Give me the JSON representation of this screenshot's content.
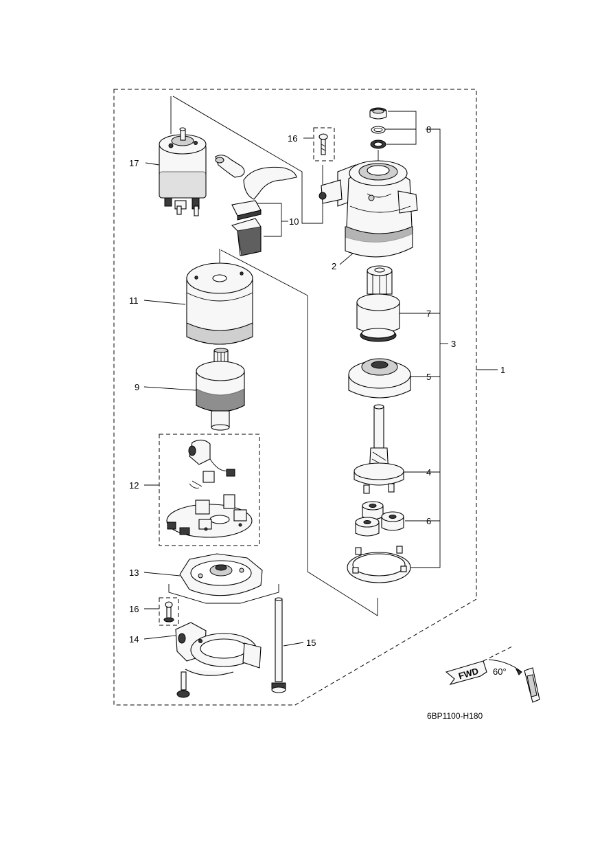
{
  "diagram": {
    "drawing_code": "6BP1100-H180",
    "callouts": [
      "1",
      "2",
      "3",
      "4",
      "5",
      "6",
      "7",
      "8",
      "9",
      "10",
      "11",
      "12",
      "13",
      "14",
      "15",
      "16",
      "16",
      "17"
    ],
    "fwd_symbol": {
      "label": "FWD",
      "angle": "60°"
    }
  }
}
